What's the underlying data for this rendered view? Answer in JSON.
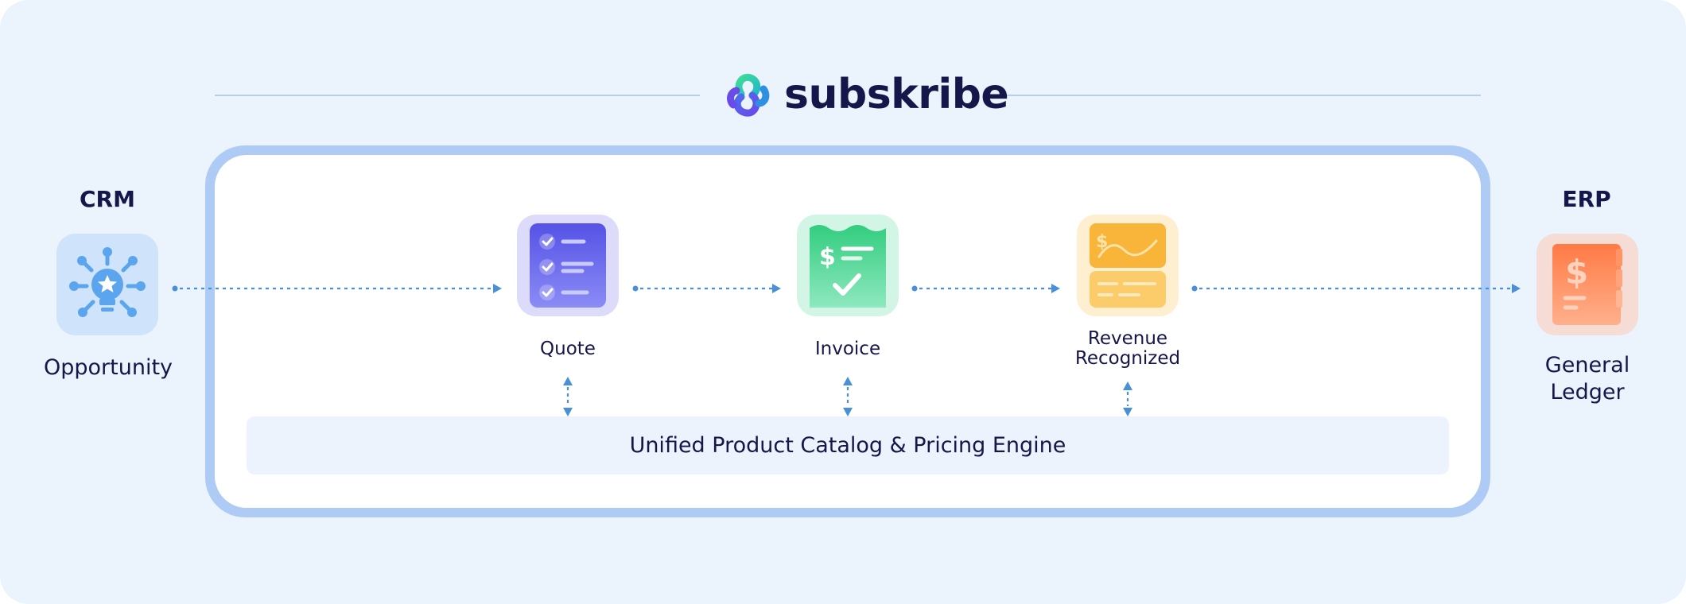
{
  "brand": {
    "name": "subskribe"
  },
  "systems": {
    "crm": {
      "title": "CRM",
      "label": "Opportunity"
    },
    "erp": {
      "title": "ERP",
      "label_line1": "General",
      "label_line2": "Ledger"
    }
  },
  "steps": {
    "quote": {
      "label": "Quote"
    },
    "invoice": {
      "label": "Invoice"
    },
    "revenue": {
      "label_line1": "Revenue",
      "label_line2": "Recognized"
    }
  },
  "catalog": {
    "label": "Unified Product Catalog & Pricing Engine"
  },
  "colors": {
    "arrow": "#4a90d9",
    "quote": "#5b57e8",
    "invoice": "#3fcf8e",
    "revenue": "#f9b53a",
    "ledger": "#ff7a45",
    "crm": "#5aa5ee"
  },
  "icons": {
    "crm": "lightbulb-star-icon",
    "quote": "checklist-icon",
    "invoice": "receipt-dollar-icon",
    "revenue": "revenue-chart-icon",
    "erp": "ledger-dollar-icon"
  }
}
